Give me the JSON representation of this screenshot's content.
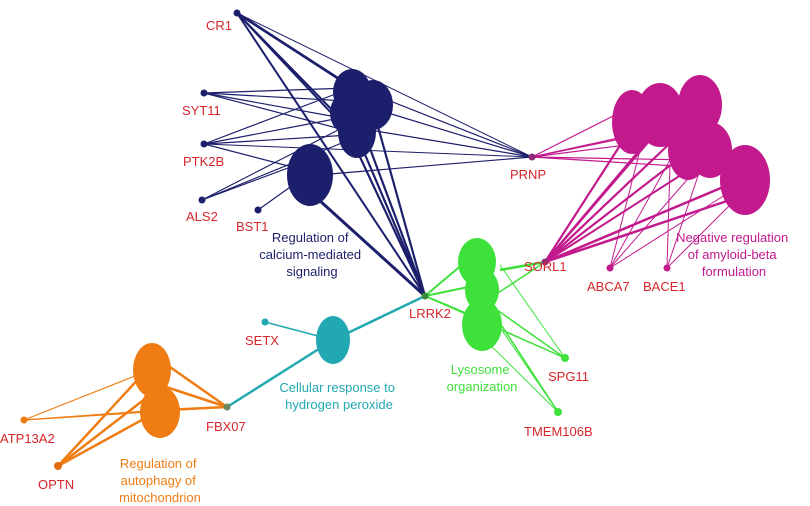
{
  "genes": {
    "cr1": "CR1",
    "syt11": "SYT11",
    "ptk2b": "PTK2B",
    "als2": "ALS2",
    "bst1": "BST1",
    "prnp": "PRNP",
    "sorl1": "SORL1",
    "abca7": "ABCA7",
    "bace1": "BACE1",
    "lrrk2": "LRRK2",
    "setx": "SETX",
    "spg11": "SPG11",
    "tmem106b": "TMEM106B",
    "fbx07": "FBX07",
    "atp13a2": "ATP13A2",
    "optn": "OPTN"
  },
  "terms": {
    "calcium": [
      "Regulation of",
      "calcium-mediated",
      "signaling"
    ],
    "amyloid": [
      "Negative regulation",
      "of amyloid-beta",
      "formulation"
    ],
    "peroxide": [
      "Cellular response to",
      "hydrogen peroxide"
    ],
    "lysosome": [
      "Lysosome",
      "organization"
    ],
    "autophagy": [
      "Regulation of",
      "autophagy of",
      "mitochondrion"
    ]
  },
  "colors": {
    "gene_label": "#d7262b",
    "calcium": "#1c1f6b",
    "amyloid": "#c21a8c",
    "peroxide": "#21a8b0",
    "lysosome": "#3ee13a",
    "autophagy": "#f07d14"
  }
}
